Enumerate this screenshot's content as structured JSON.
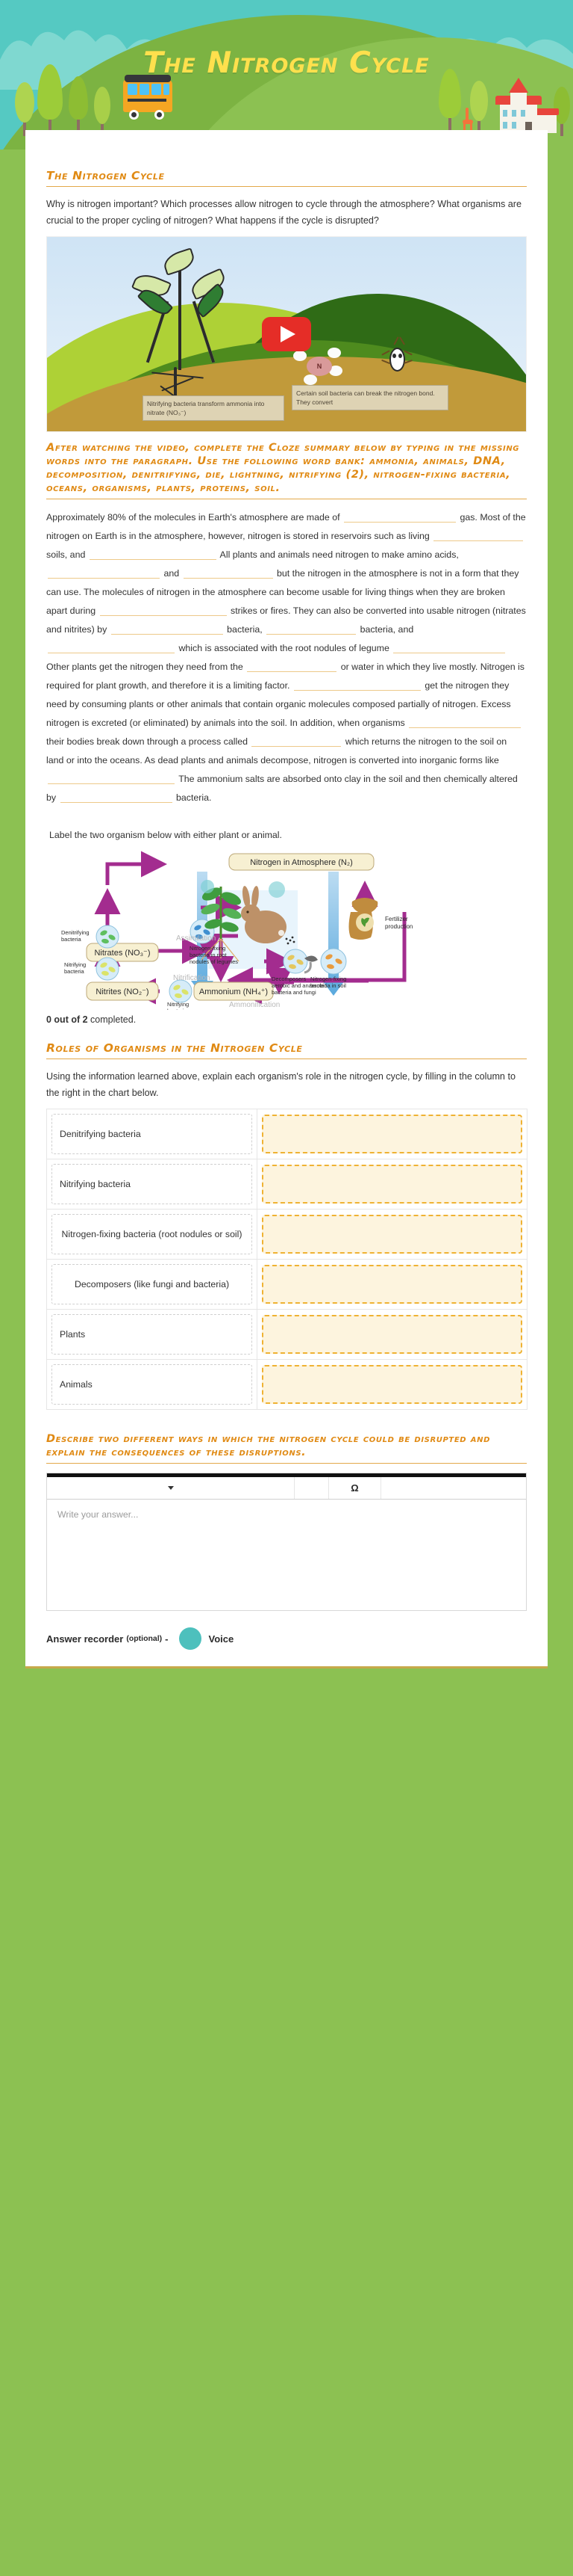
{
  "hero": {
    "title": "The Nitrogen Cycle"
  },
  "sections": {
    "intro": {
      "heading": "The Nitrogen Cycle",
      "paragraph": "Why is nitrogen important? Which processes allow nitrogen to cycle through the atmosphere? What organisms are crucial to the proper cycling of nitrogen? What happens if the cycle is disrupted?"
    },
    "video": {
      "play_button": "play-button",
      "caption_left": "Nitrifying bacteria transform ammonia into nitrate (NO₃⁻)",
      "caption_right": "Certain soil bacteria can break the nitrogen bond. They convert",
      "molecule_label": "N"
    },
    "cloze": {
      "heading": "After watching the video, complete the Cloze summary below by typing in the missing words into the paragraph. Use the following word bank: ammonia, animals, DNA, decomposition, denitrifying, die, lightning, nitrifying (2), nitrogen-fixing bacteria, oceans, organisms, plants, proteins, soil.",
      "segments": [
        {
          "type": "text",
          "value": "Approximately 80% of the molecules in Earth's atmosphere are made of "
        },
        {
          "type": "blank"
        },
        {
          "type": "text",
          "value": " gas. Most of the nitrogen on Earth is in the atmosphere, however, nitrogen is stored in reservoirs such as living "
        },
        {
          "type": "blank"
        },
        {
          "type": "text",
          "value": " soils, and "
        },
        {
          "type": "blank"
        },
        {
          "type": "text",
          "value": " All plants and animals need nitrogen to make amino acids, "
        },
        {
          "type": "blank"
        },
        {
          "type": "text",
          "value": " and "
        },
        {
          "type": "blank"
        },
        {
          "type": "text",
          "value": " but the nitrogen in the atmosphere is not in a form that they can use. The molecules of nitrogen in the atmosphere can become usable for living things when they are broken apart during "
        },
        {
          "type": "blank"
        },
        {
          "type": "text",
          "value": " strikes or fires. They can also be converted into usable nitrogen (nitrates and nitrites) by "
        },
        {
          "type": "blank"
        },
        {
          "type": "text",
          "value": " bacteria, "
        },
        {
          "type": "blank"
        },
        {
          "type": "text",
          "value": " bacteria, and "
        },
        {
          "type": "blank"
        },
        {
          "type": "text",
          "value": " which is associated with the root nodules of legume "
        },
        {
          "type": "blank"
        },
        {
          "type": "text",
          "value": " Other plants get the nitrogen they need from the "
        },
        {
          "type": "blank"
        },
        {
          "type": "text",
          "value": " or water in which they live mostly. Nitrogen is required for plant growth, and therefore it is a limiting factor. "
        },
        {
          "type": "blank"
        },
        {
          "type": "text",
          "value": " get the nitrogen they need by consuming plants or other animals that contain organic molecules composed partially of nitrogen. Excess nitrogen is excreted (or eliminated) by animals into the soil. In addition, when organisms "
        },
        {
          "type": "blank"
        },
        {
          "type": "text",
          "value": " their bodies break down through a process called "
        },
        {
          "type": "blank"
        },
        {
          "type": "text",
          "value": " which returns the nitrogen to the soil on land or into the oceans. As dead plants and animals decompose, nitrogen is converted into inorganic forms like "
        },
        {
          "type": "blank"
        },
        {
          "type": "text",
          "value": " The ammonium salts are absorbed onto clay in the soil and then chemically altered by "
        },
        {
          "type": "blank"
        },
        {
          "type": "text",
          "value": " bacteria."
        }
      ]
    },
    "labeling": {
      "instruction": "Label the two organism below with either plant or animal.",
      "progress": {
        "bold": "0 out of 2",
        "rest": " completed."
      },
      "diagram": {
        "atmosphere_box": "Nitrogen in Atmosphere (N₂)",
        "nitrates_box": "Nitrates (NO₃⁻)",
        "nitrites_box": "Nitrites  (NO₂⁻)",
        "ammonium_box": "Ammonium (NH₄⁺)",
        "denitrifying_label": "Denitrifying\nbacteria",
        "nitrifying_label_left": "Nitrifying\nbacteria",
        "nitrifying_label_bottom": "Nitrifying\nbacteria",
        "nfix_root_label": "Nitrogen-fixing\nbacteria in root\nnodules of legumes",
        "nfix_soil_label": "Nitrogen-fixing\nbacteria in soil",
        "decomposers_label": "Decomposers\naerobic and anaerobic\nbacteria and fungi",
        "fertilizer_label": "Fertilizer\nproduction",
        "assimilation": "Assimilation",
        "nitrification": "Nitrification",
        "ammonification": "Ammonification"
      }
    },
    "roles": {
      "heading": "Roles of Organisms in the Nitrogen Cycle",
      "instruction": "Using the information learned above, explain each organism's role in the nitrogen cycle, by filling in the column to the right in the chart below.",
      "rows": [
        {
          "organism": "Denitrifying bacteria",
          "answer": ""
        },
        {
          "organism": "Nitrifying bacteria",
          "answer": ""
        },
        {
          "organism": "Nitrogen-fixing bacteria (root nodules or soil)",
          "answer": ""
        },
        {
          "organism": "Decomposers (like fungi and bacteria)",
          "answer": ""
        },
        {
          "organism": "Plants",
          "answer": ""
        },
        {
          "organism": "Animals",
          "answer": ""
        }
      ]
    },
    "describe": {
      "heading": "Describe two different ways in which the nitrogen cycle could be disrupted and explain the consequences of these disruptions.",
      "toolbar": {
        "font_caret": "caret-down-icon",
        "omega": "Ω"
      },
      "answer_placeholder": "Write your answer...",
      "answer_value": ""
    },
    "recorder": {
      "label": "Answer recorder",
      "optional": "(optional)",
      "dash": "-",
      "voice": "Voice",
      "dot_color": "#4dc0bd"
    }
  },
  "colors": {
    "page_background": "#8cc152",
    "hero_sky": "#55c9c2",
    "hero_title": "#ffe04d",
    "heading_orange": "#e08a14",
    "blank_underline": "#edc98a",
    "dropzone_border": "#efb233",
    "dropzone_fill": "#fdf4de"
  }
}
